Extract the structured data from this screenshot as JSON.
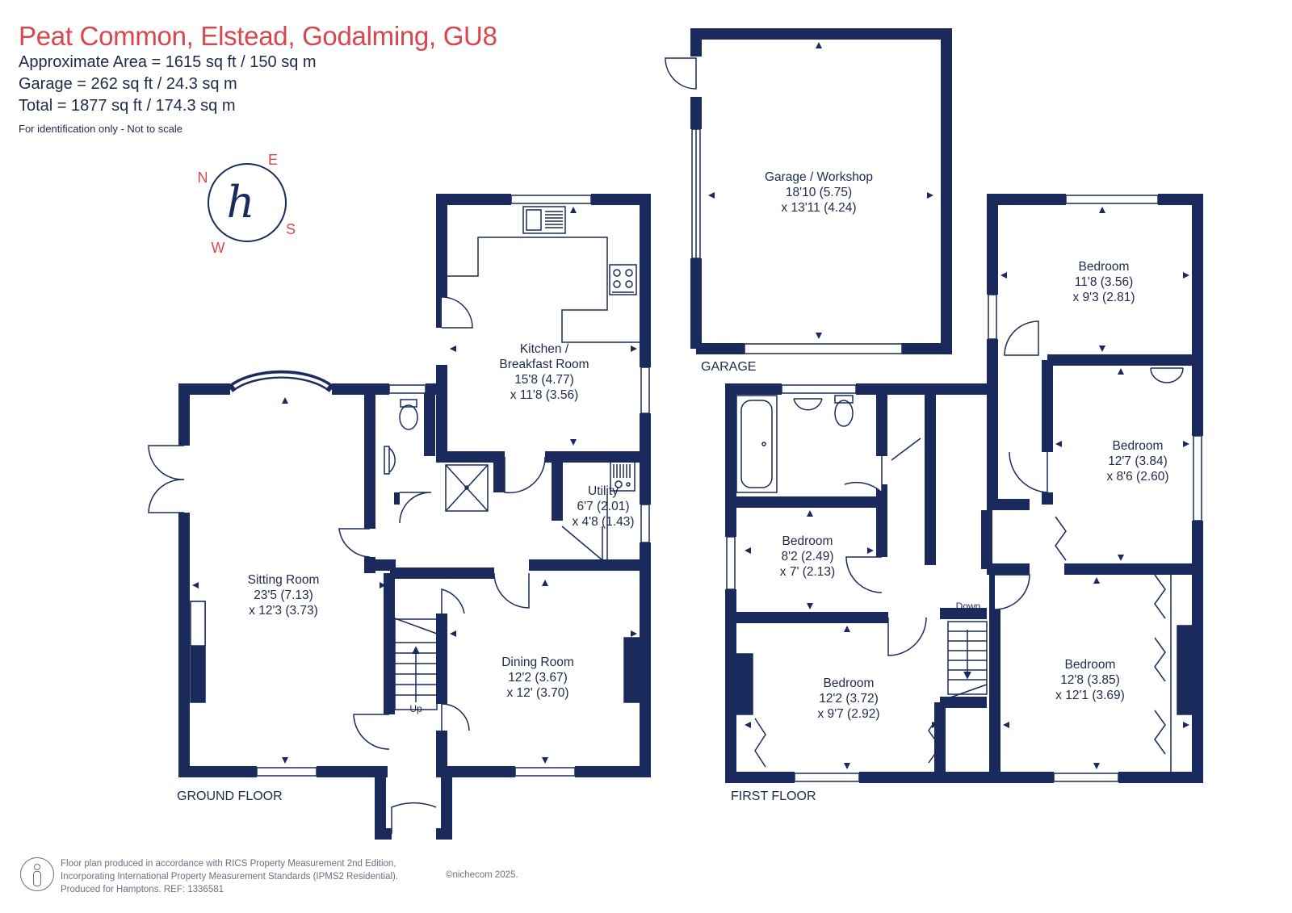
{
  "header": {
    "title": "Peat Common, Elstead, Godalming, GU8",
    "approx_area": "Approximate Area = 1615 sq ft / 150 sq m",
    "garage_area": "Garage = 262 sq ft / 24.3 sq m",
    "total_area": "Total = 1877 sq ft / 174.3 sq m",
    "disclaimer": "For identification only - Not to scale"
  },
  "compass": {
    "n": "N",
    "e": "E",
    "s": "S",
    "w": "W",
    "logo_letter": "h"
  },
  "floors": {
    "ground": "GROUND FLOOR",
    "first": "FIRST FLOOR",
    "garage": "GARAGE"
  },
  "rooms": {
    "kitchen": {
      "name": "Kitchen /",
      "name2": "Breakfast Room",
      "dim1": "15'8 (4.77)",
      "dim2": "x 11'8 (3.56)"
    },
    "utility": {
      "name": "Utility",
      "dim1": "6'7 (2.01)",
      "dim2": "x 4'8 (1.43)"
    },
    "sitting": {
      "name": "Sitting Room",
      "dim1": "23'5 (7.13)",
      "dim2": "x 12'3 (3.73)"
    },
    "dining": {
      "name": "Dining Room",
      "dim1": "12'2 (3.67)",
      "dim2": "x 12' (3.70)"
    },
    "garage": {
      "name": "Garage / Workshop",
      "dim1": "18'10 (5.75)",
      "dim2": "x 13'11 (4.24)"
    },
    "bed1": {
      "name": "Bedroom",
      "dim1": "11'8 (3.56)",
      "dim2": "x 9'3 (2.81)"
    },
    "bed2": {
      "name": "Bedroom",
      "dim1": "12'7 (3.84)",
      "dim2": "x 8'6 (2.60)"
    },
    "bed3": {
      "name": "Bedroom",
      "dim1": "8'2 (2.49)",
      "dim2": "x 7' (2.13)"
    },
    "bed4": {
      "name": "Bedroom",
      "dim1": "12'2 (3.72)",
      "dim2": "x 9'7 (2.92)"
    },
    "bed5": {
      "name": "Bedroom",
      "dim1": "12'8 (3.85)",
      "dim2": "x 12'1 (3.69)"
    }
  },
  "stairs": {
    "up": "Up",
    "down": "Down"
  },
  "footer": {
    "line1": "Floor plan produced in accordance with RICS Property Measurement 2nd Edition,",
    "line2": "Incorporating International Property Measurement Standards (IPMS2 Residential).",
    "line3": "Produced for Hamptons.  REF:  1336581",
    "copyright": "©nichecom 2025."
  },
  "colors": {
    "wall": "#1b2a5c",
    "title": "#d8474e",
    "text": "#1f2a4a",
    "muted": "#6b7183"
  }
}
